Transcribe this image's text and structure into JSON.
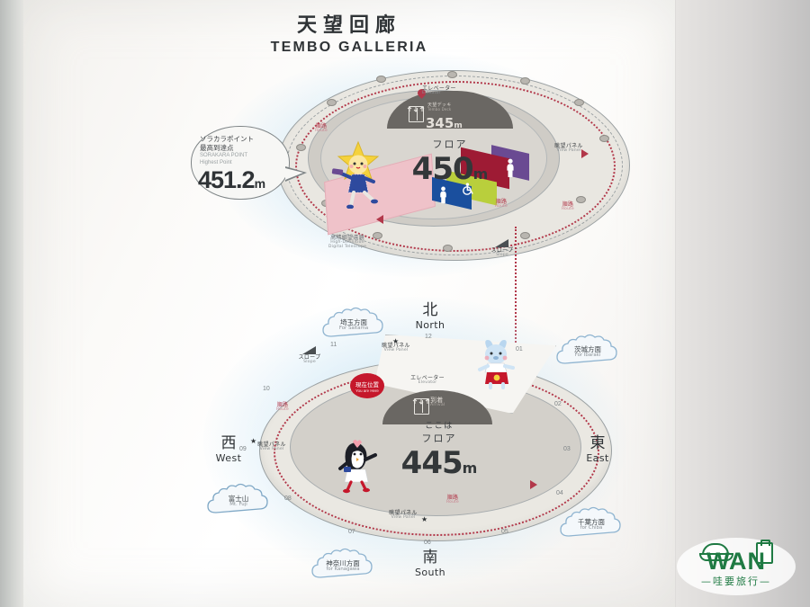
{
  "sign": {
    "title_ja": "天望回廊",
    "title_en": "TEMBO GALLERIA"
  },
  "callout": {
    "line1_ja": "ソラカラポイント",
    "line2_ja": "最高到達点",
    "line1_en": "SORAKARA POINT",
    "line2_en": "Highest Point",
    "value": "451.2",
    "unit": "m"
  },
  "upper_deck": {
    "floor_label_ja": "フロア",
    "floor_value": "450",
    "floor_unit": "m",
    "elevator_ja": "エレベーター",
    "elevator_en": "Elevator",
    "elevator_target_ja": "天望デッキ",
    "elevator_target_en": "Tembo Deck",
    "elevator_target_value": "345",
    "elevator_target_unit": "m",
    "route_ja": "順路",
    "route_en": "Route",
    "view_panel_ja": "眺望パネル",
    "view_panel_en": "View Panel",
    "telescope_ja": "高精細望遠鏡",
    "telescope_en1": "High-Definition",
    "telescope_en2": "Digital Telescope",
    "slope_ja": "スロープ",
    "slope_en": "Slope"
  },
  "lower_deck": {
    "here_ja": "ここは",
    "floor_label_ja": "フロア",
    "floor_value": "445",
    "floor_unit": "m",
    "you_are_here_ja": "現在位置",
    "you_are_here_en": "You are Here",
    "elevator_ja": "エレベーター",
    "elevator_en": "Elevator",
    "arrival_ja": "到着",
    "arrival_en": "Arrival",
    "route_ja": "順路",
    "route_en": "Route",
    "view_panel_ja": "眺望パネル",
    "view_panel_en": "View Panel",
    "slope_ja": "スロープ",
    "slope_en": "Slope"
  },
  "compass": [
    {
      "ja": "北",
      "en": "North"
    },
    {
      "ja": "東",
      "en": "East"
    },
    {
      "ja": "南",
      "en": "South"
    },
    {
      "ja": "西",
      "en": "West"
    }
  ],
  "markers": [
    "01",
    "02",
    "03",
    "04",
    "05",
    "06",
    "07",
    "08",
    "09",
    "10",
    "11",
    "12"
  ],
  "clouds": [
    {
      "ja": "埼玉方面",
      "en": "For Saitama"
    },
    {
      "ja": "茨城方面",
      "en": "For Ibaraki"
    },
    {
      "ja": "千葉方面",
      "en": "for Chiba"
    },
    {
      "ja": "神奈川方面",
      "en": "for Kanagawa"
    },
    {
      "ja": "富士山",
      "en": "Mt. Fuji"
    }
  ],
  "watermark": {
    "brand": "WAN",
    "tagline": "—哇要旅行—"
  },
  "colors": {
    "route_red": "#b2384a",
    "here_red": "#c5172b",
    "deck_grey": "#6a6763",
    "brand_green": "#1f7a43"
  }
}
